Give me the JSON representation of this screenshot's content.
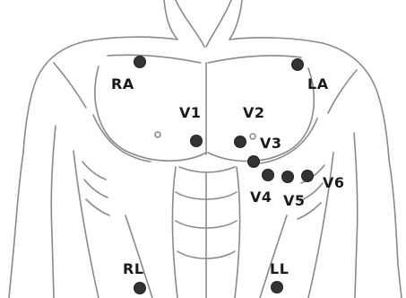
{
  "electrodes": {
    "RA": "RA",
    "LA": "LA",
    "V1": "V1",
    "V2": "V2",
    "V3": "V3",
    "V4": "V4",
    "V5": "V5",
    "V6": "V6",
    "RL": "RL",
    "LL": "LL"
  },
  "colors": {
    "electrode": "#333333",
    "label": "#1a1a1a",
    "sketch": "#8a8a8a",
    "background": "#ffffff"
  }
}
